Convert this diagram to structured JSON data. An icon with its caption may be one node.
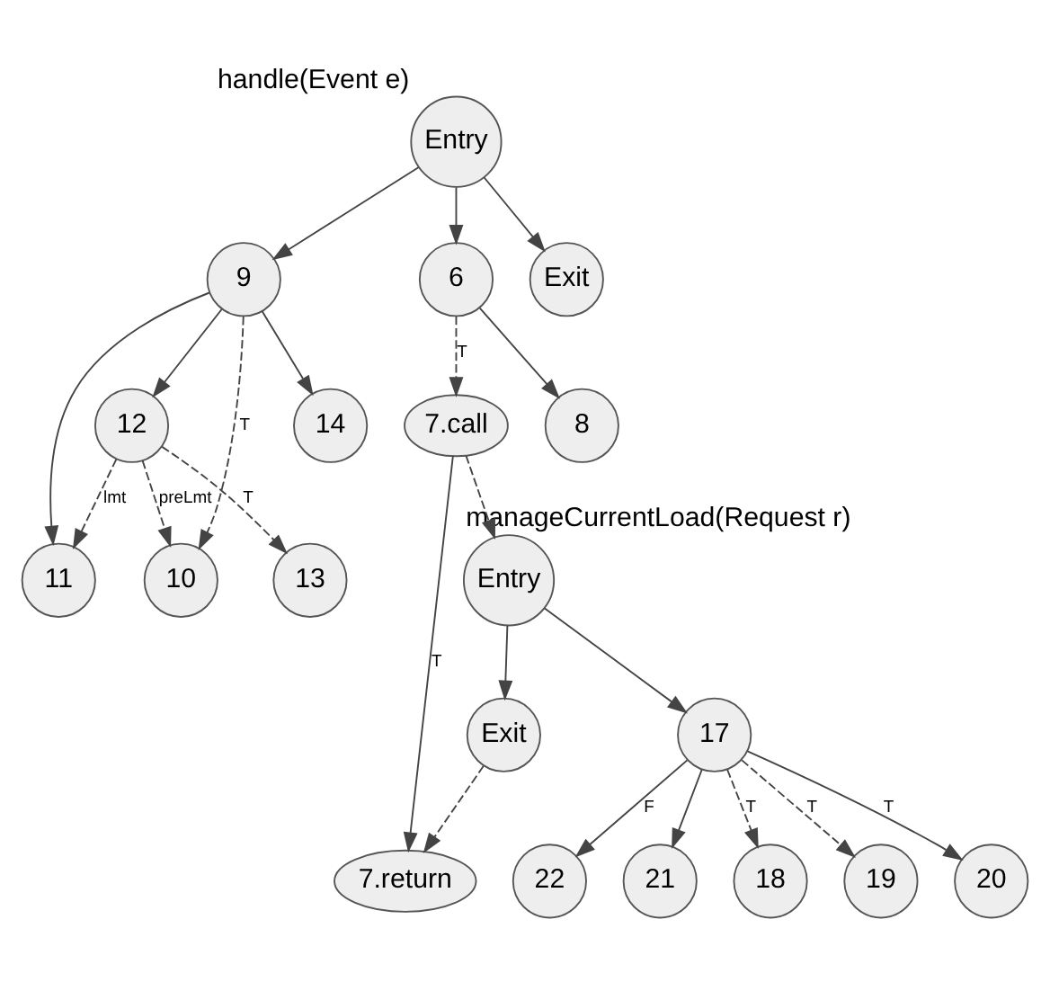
{
  "diagram": {
    "nodes": [
      {
        "text": [
          "Entry"
        ],
        "beside": [
          "handle(Event e)"
        ]
      },
      {
        "text": [
          "9"
        ]
      },
      {
        "text": [
          "6"
        ]
      },
      {
        "text": [
          "Exit"
        ]
      },
      {
        "text": [
          "11"
        ]
      },
      {
        "text": [
          "12"
        ]
      },
      {
        "text": [
          "14"
        ]
      },
      {
        "text": [
          "10"
        ]
      },
      {
        "text": [
          "7.call"
        ]
      },
      {
        "text": [
          "8"
        ]
      },
      {
        "text": [
          "7.return"
        ]
      },
      {
        "text": [
          "13"
        ]
      },
      {
        "text": [
          "Entry"
        ],
        "beside": [
          "manageCurrentLoad(Request r)"
        ]
      },
      {
        "text": [
          "Exit"
        ]
      },
      {
        "text": [
          "17"
        ]
      },
      {
        "text": [
          "22"
        ]
      },
      {
        "text": [
          "21"
        ]
      },
      {
        "text": [
          "18"
        ]
      },
      {
        "text": [
          "19"
        ]
      },
      {
        "text": [
          "20"
        ]
      }
    ],
    "edges": [
      {
        "from": 0,
        "to": 1,
        "arrow": "to"
      },
      {
        "from": 0,
        "to": 2,
        "arrow": "to"
      },
      {
        "from": 0,
        "to": 3,
        "arrow": "to"
      },
      {
        "from": 1,
        "to": 4,
        "arrow": "to"
      },
      {
        "from": 1,
        "to": 5,
        "arrow": "to"
      },
      {
        "from": 1,
        "to": 6,
        "arrow": "to"
      },
      {
        "from": 1,
        "to": 7,
        "arrow": "to",
        "label": "T",
        "style": "dashed"
      },
      {
        "from": 2,
        "to": 8,
        "arrow": "to",
        "label": "T",
        "style": "dashed"
      },
      {
        "from": 2,
        "to": 9,
        "arrow": "to"
      },
      {
        "from": 5,
        "to": 4,
        "arrow": "to",
        "label": "lmt",
        "style": "dashed"
      },
      {
        "from": 5,
        "to": 7,
        "arrow": "to",
        "label": "preLmt",
        "style": "dashed"
      },
      {
        "from": 5,
        "to": 11,
        "arrow": "to",
        "label": "T",
        "style": "dashed"
      },
      {
        "from": 8,
        "to": 10,
        "arrow": "to",
        "label": "T"
      },
      {
        "from": 8,
        "to": 12,
        "arrow": "to",
        "style": "dashed"
      },
      {
        "from": 12,
        "to": 13,
        "arrow": "to"
      },
      {
        "from": 13,
        "to": 10,
        "arrow": "to",
        "style": "dashed"
      },
      {
        "from": 12,
        "to": 14,
        "arrow": "to"
      },
      {
        "from": 14,
        "to": 15,
        "arrow": "to",
        "label": "F"
      },
      {
        "from": 14,
        "to": 16,
        "arrow": "to"
      },
      {
        "from": 14,
        "to": 17,
        "arrow": "to",
        "label": "T",
        "style": "dashed"
      },
      {
        "from": 14,
        "to": 18,
        "arrow": "to",
        "label": "T",
        "style": "dashed"
      },
      {
        "from": 14,
        "to": 19,
        "arrow": "to",
        "label": "T"
      }
    ]
  }
}
